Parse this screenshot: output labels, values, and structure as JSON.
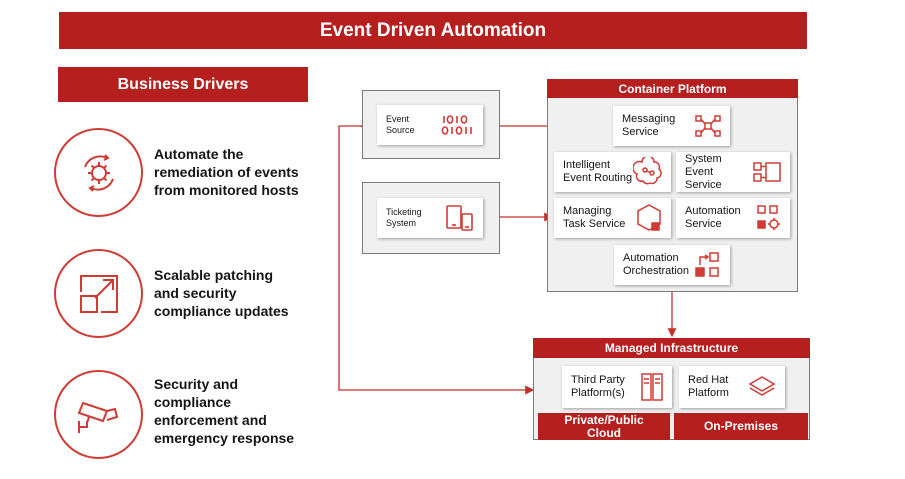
{
  "title": "Event Driven Automation",
  "business_drivers": {
    "heading": "Business Drivers",
    "items": [
      {
        "line1": "Automate the",
        "line2": "remediation of events",
        "line3": "from monitored hosts",
        "icon": "gear-cycle-icon"
      },
      {
        "line1": "Scalable patching",
        "line2": "and security",
        "line3": "compliance updates",
        "icon": "scale-arrow-icon"
      },
      {
        "line1": "Security and",
        "line2": "compliance",
        "line3": "enforcement and",
        "line4": "emergency response",
        "icon": "security-camera-icon"
      }
    ]
  },
  "event_source": {
    "line1": "Event",
    "line2": "Source"
  },
  "ticketing": {
    "line1": "Ticketing",
    "line2": "System"
  },
  "container_platform": {
    "header": "Container Platform",
    "messaging": {
      "line1": "Messaging",
      "line2": "Service"
    },
    "intelligent_routing": {
      "line1": "Intelligent",
      "line2": "Event Routing"
    },
    "system_event": {
      "line1": "System",
      "line2": "Event Service"
    },
    "managing_task": {
      "line1": "Managing",
      "line2": "Task Service"
    },
    "automation_service": {
      "line1": "Automation",
      "line2": "Service"
    },
    "orchestration": {
      "line1": "Automation",
      "line2": "Orchestration"
    }
  },
  "managed_infrastructure": {
    "header": "Managed Infrastructure",
    "third_party": {
      "line1": "Third Party",
      "line2": "Platform(s)"
    },
    "red_hat": {
      "line1": "Red Hat",
      "line2": "Platform"
    },
    "cloud_label_1": "Private/Public",
    "cloud_label_2": "Cloud",
    "onprem_label": "On-Premises"
  },
  "colors": {
    "accent": "#b5201f",
    "icon": "#d03b35",
    "panel": "#f0f0f0"
  }
}
